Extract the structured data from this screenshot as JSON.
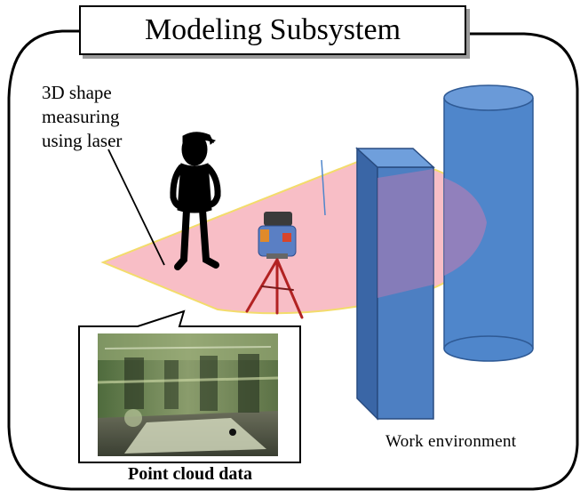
{
  "title": "Modeling Subsystem",
  "labels": {
    "measuring_line1": "3D shape",
    "measuring_line2": "measuring",
    "measuring_line3": "using laser",
    "work_environment": "Work environment",
    "point_cloud_caption": "Point cloud data"
  },
  "colors": {
    "laser_fan": "#f7b8c1",
    "laser_fan_edge": "#f3dc6b",
    "pillar_front": "#4d7fc2",
    "pillar_side": "#3a66a6",
    "pillar_top": "#6f9fdc",
    "cylinder": "#4f86cb",
    "person": "#000000",
    "scanner_body": "#5a7fc4",
    "scanner_cap": "#3b3b3b"
  },
  "icons": {
    "person": "person-silhouette-icon",
    "scanner": "laser-scanner-icon",
    "tripod": "tripod-icon"
  }
}
